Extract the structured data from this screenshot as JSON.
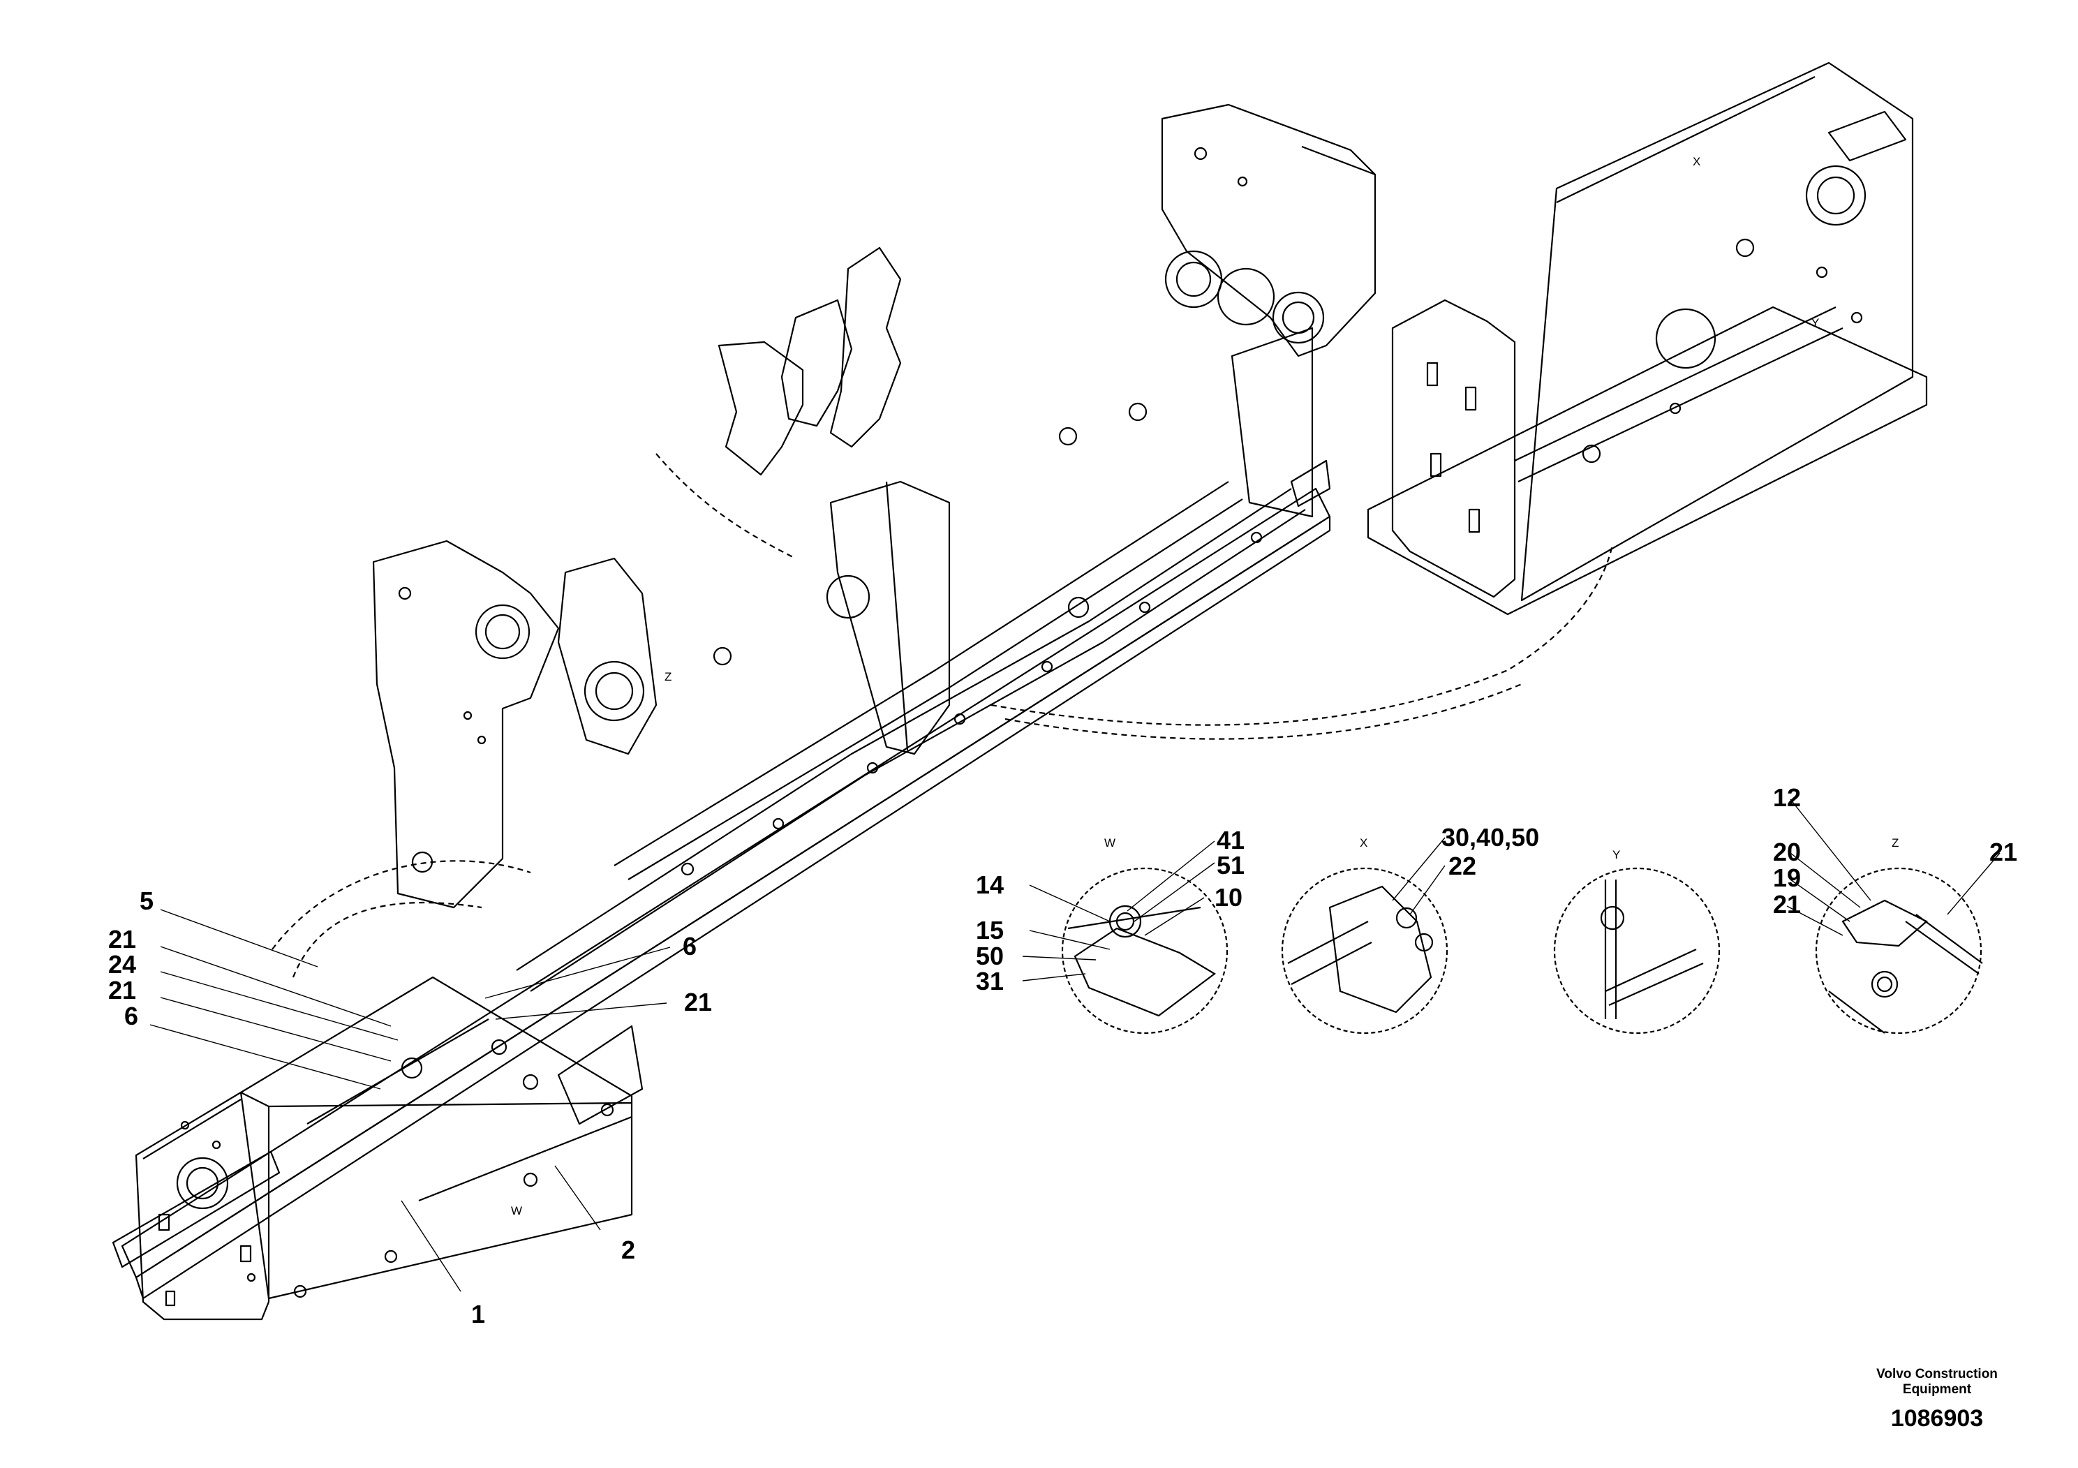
{
  "callouts": {
    "n1": "1",
    "n2": "2",
    "n5": "5",
    "n6a": "6",
    "n6b": "6",
    "n21a": "21",
    "n21b": "21",
    "n21c": "21",
    "n24": "24",
    "n14": "14",
    "n15": "15",
    "n50": "50",
    "n31": "31",
    "n41": "41",
    "n51": "51",
    "n10": "10",
    "n304050": "30,40,50",
    "n22": "22",
    "n12": "12",
    "n20": "20",
    "n19": "19",
    "n21d": "21",
    "n21e": "21"
  },
  "views": {
    "W_main": "W",
    "X_main": "X",
    "Y_main": "Y",
    "Z_main": "Z",
    "W_detail": "W",
    "X_detail": "X",
    "Y_detail": "Y",
    "Z_detail": "Z"
  },
  "credit": {
    "company_line": "Volvo Construction Equipment",
    "drawing_number": "1086903"
  },
  "colors": {
    "line": "#000000",
    "background": "#ffffff"
  }
}
